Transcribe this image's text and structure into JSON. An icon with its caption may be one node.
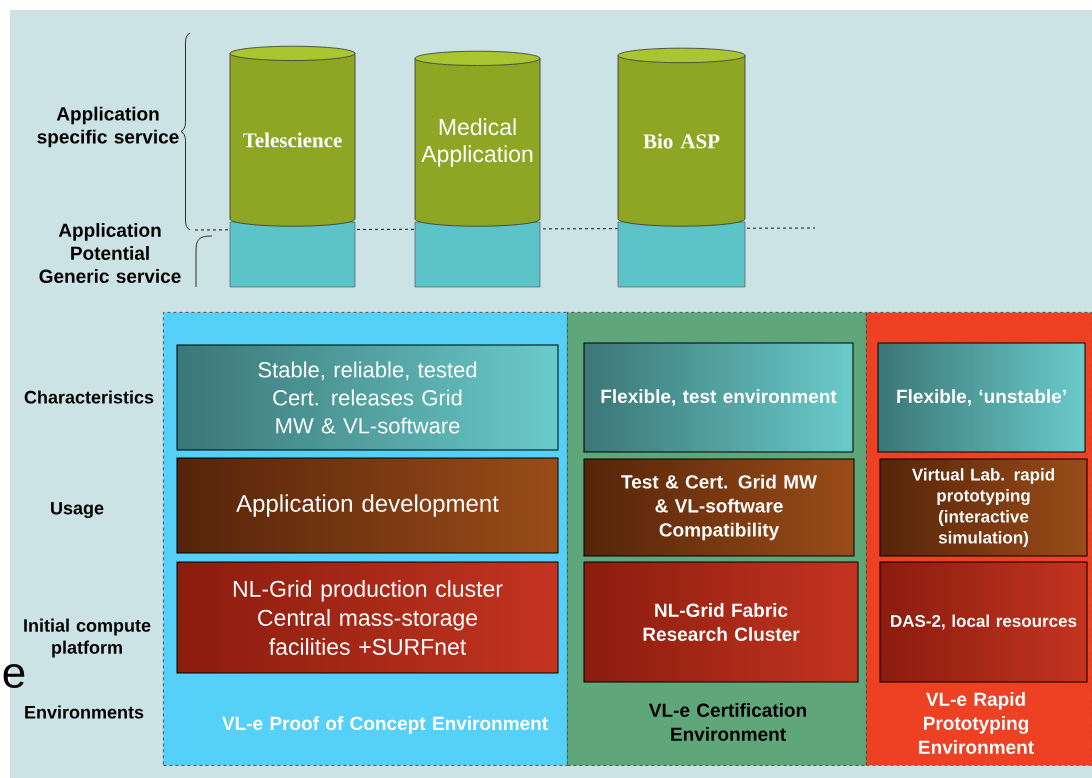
{
  "diagram": {
    "nodes": [
      {
        "text": [
          "Telescience"
        ]
      },
      {
        "text": [
          "Medical Application"
        ]
      },
      {
        "text": [
          "Bio ASP"
        ]
      },
      {
        "text": [
          "VL-e Proof of Concept Environment"
        ]
      },
      {
        "text": [
          "Stable, reliable, tested Cert. releases Grid MW & VL-software"
        ],
        "in": 3
      },
      {
        "text": [
          "Application development"
        ],
        "in": 3
      },
      {
        "text": [
          "NL-Grid production cluster Central mass-storage facilities +SURFnet"
        ],
        "in": 3
      },
      {
        "text": [
          "VL-e Certification Environment"
        ]
      },
      {
        "text": [
          "Flexible, test environment"
        ],
        "in": 7
      },
      {
        "text": [
          "Test & Cert. Grid MW & VL-software Compatibility"
        ],
        "in": 7
      },
      {
        "text": [
          "NL-Grid Fabric Research Cluster"
        ],
        "in": 7
      },
      {
        "text": [
          "VL-e Rapid Prototyping Environment"
        ]
      },
      {
        "text": [
          "Flexible, ‘unstable’"
        ],
        "in": 11
      },
      {
        "text": [
          "Virtual Lab. rapid prototyping (interactive simulation)"
        ],
        "in": 11
      },
      {
        "text": [
          "DAS-2, local resources"
        ],
        "in": 11
      }
    ],
    "labels": [
      "Application specific service",
      "Application Potential Generic service",
      "Characteristics",
      "Usage",
      "Initial compute platform",
      "e",
      "Environments"
    ]
  }
}
